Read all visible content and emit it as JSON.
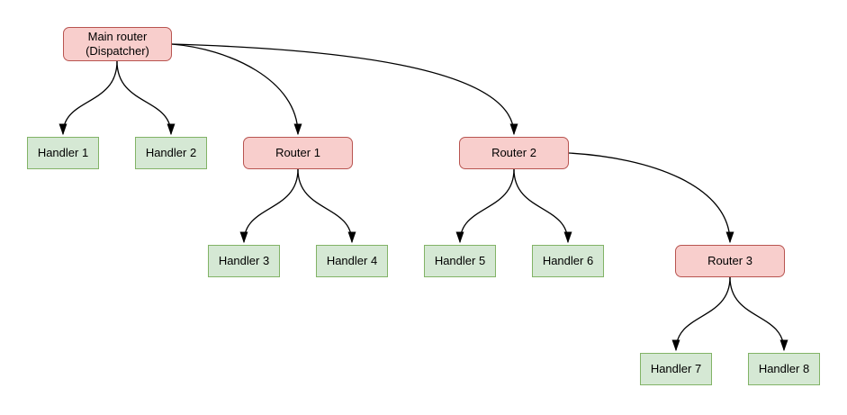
{
  "diagram": {
    "type": "flow-diagram",
    "colors": {
      "background": "#ffffff",
      "router-fill": "#f8cecc",
      "router-border": "#b85450",
      "handler-fill": "#d5e8d4",
      "handler-border": "#82b366",
      "edge": "#000000",
      "text": "#000000"
    },
    "nodes": [
      {
        "id": "main",
        "kind": "router",
        "label": "Main router\n(Dispatcher)"
      },
      {
        "id": "handler1",
        "kind": "handler",
        "label": "Handler 1"
      },
      {
        "id": "handler2",
        "kind": "handler",
        "label": "Handler 2"
      },
      {
        "id": "router1",
        "kind": "router",
        "label": "Router 1"
      },
      {
        "id": "router2",
        "kind": "router",
        "label": "Router 2"
      },
      {
        "id": "handler3",
        "kind": "handler",
        "label": "Handler 3"
      },
      {
        "id": "handler4",
        "kind": "handler",
        "label": "Handler 4"
      },
      {
        "id": "handler5",
        "kind": "handler",
        "label": "Handler 5"
      },
      {
        "id": "handler6",
        "kind": "handler",
        "label": "Handler 6"
      },
      {
        "id": "router3",
        "kind": "router",
        "label": "Router 3"
      },
      {
        "id": "handler7",
        "kind": "handler",
        "label": "Handler 7"
      },
      {
        "id": "handler8",
        "kind": "handler",
        "label": "Handler 8"
      }
    ],
    "edges": [
      {
        "from": "main",
        "to": "handler1"
      },
      {
        "from": "main",
        "to": "handler2"
      },
      {
        "from": "main",
        "to": "router1"
      },
      {
        "from": "main",
        "to": "router2"
      },
      {
        "from": "router1",
        "to": "handler3"
      },
      {
        "from": "router1",
        "to": "handler4"
      },
      {
        "from": "router2",
        "to": "handler5"
      },
      {
        "from": "router2",
        "to": "handler6"
      },
      {
        "from": "router2",
        "to": "router3"
      },
      {
        "from": "router3",
        "to": "handler7"
      },
      {
        "from": "router3",
        "to": "handler8"
      }
    ]
  }
}
